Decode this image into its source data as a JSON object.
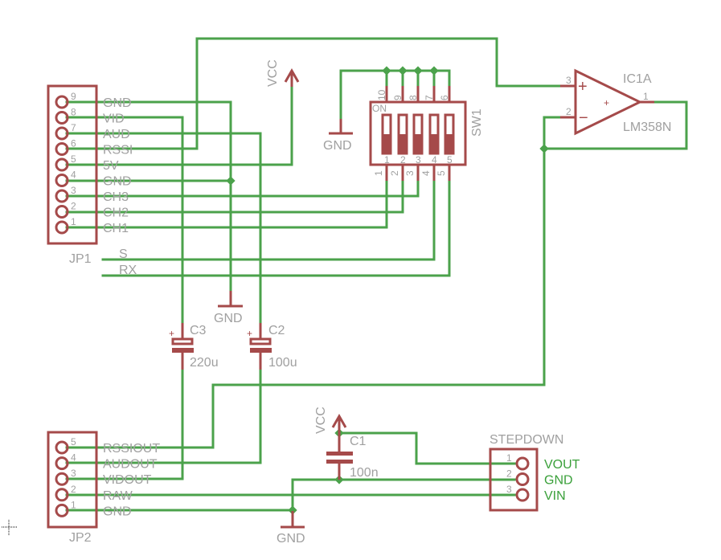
{
  "schematic": {
    "colors": {
      "wire": "#4ba24b",
      "part": "#a54a4a",
      "text": "#a0a0a0",
      "net_label": "#3aa03a"
    },
    "jp1": {
      "name": "JP1",
      "pins": [
        {
          "num": "9",
          "label": "GND"
        },
        {
          "num": "8",
          "label": "VID"
        },
        {
          "num": "7",
          "label": "AUD"
        },
        {
          "num": "6",
          "label": "RSSI"
        },
        {
          "num": "5",
          "label": "5V"
        },
        {
          "num": "4",
          "label": "GND"
        },
        {
          "num": "3",
          "label": "CH3"
        },
        {
          "num": "2",
          "label": "CH2"
        },
        {
          "num": "1",
          "label": "CH1"
        }
      ]
    },
    "jp2": {
      "name": "JP2",
      "pins": [
        {
          "num": "5",
          "label": "RSSIOUT"
        },
        {
          "num": "4",
          "label": "AUDOUT"
        },
        {
          "num": "3",
          "label": "VIDOUT"
        },
        {
          "num": "2",
          "label": "RAW"
        },
        {
          "num": "1",
          "label": "GND"
        }
      ]
    },
    "nets": {
      "s": "S",
      "rx": "RX"
    },
    "sw1": {
      "name": "SW1",
      "on_label": "ON",
      "top_pins": [
        "10",
        "9",
        "8",
        "7",
        "6"
      ],
      "bottom_pins": [
        "1",
        "2",
        "3",
        "4",
        "5"
      ],
      "switch_numbers": [
        "1",
        "2",
        "3",
        "4",
        "5"
      ]
    },
    "ic1a": {
      "name": "IC1A",
      "value": "LM358N",
      "pin_plus": "3",
      "pin_minus": "2",
      "pin_out": "1",
      "plus_symbol": "+",
      "minus_symbol": "−"
    },
    "c1": {
      "name": "C1",
      "value": "100n"
    },
    "c2": {
      "name": "C2",
      "value": "100u",
      "polarity": "+"
    },
    "c3": {
      "name": "C3",
      "value": "220u",
      "polarity": "+"
    },
    "stepdown": {
      "name": "STEPDOWN",
      "pins": [
        {
          "num": "1",
          "label": "VOUT"
        },
        {
          "num": "2",
          "label": "GND"
        },
        {
          "num": "3",
          "label": "VIN"
        }
      ]
    },
    "supplies": {
      "vcc_top": "VCC",
      "vcc_c1": "VCC",
      "gnd_sw": "GND",
      "gnd_mid": "GND",
      "gnd_bottom": "GND"
    }
  }
}
